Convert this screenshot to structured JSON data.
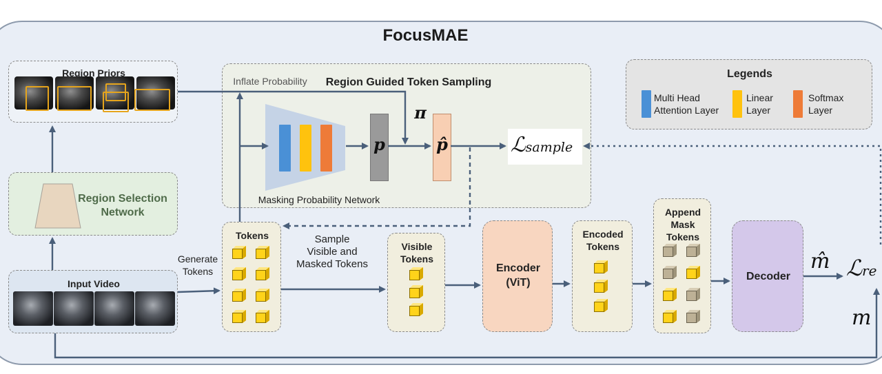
{
  "title": "FocusMAE",
  "region_priors": {
    "label": "Region Priors"
  },
  "region_selection": {
    "label_line1": "Region Selection",
    "label_line2": "Network"
  },
  "input_video": {
    "label": "Input Video"
  },
  "region_guided": {
    "title": "Region Guided Token Sampling",
    "inflate": "Inflate Probability",
    "network_label": "Masking Probability Network",
    "p": "p",
    "p_hat": "p̂",
    "pi": "π",
    "loss_sample": "ℒ",
    "loss_sample_sub": "sample"
  },
  "legends": {
    "title": "Legends",
    "items": [
      {
        "line1": "Multi Head",
        "line2": "Attention Layer",
        "color": "#4a90d6"
      },
      {
        "line1": "Linear",
        "line2": "Layer",
        "color": "#ffc20e"
      },
      {
        "line1": "Softmax",
        "line2": "Layer",
        "color": "#ee7b38"
      }
    ]
  },
  "generate_tokens": {
    "line1": "Generate",
    "line2": "Tokens"
  },
  "tokens": {
    "label": "Tokens"
  },
  "sample_text": {
    "line1": "Sample",
    "line2": "Visible and",
    "line3": "Masked Tokens"
  },
  "visible_tokens": {
    "line1": "Visible",
    "line2": "Tokens"
  },
  "encoder": {
    "line1": "Encoder",
    "line2": "(ViT)"
  },
  "encoded_tokens": {
    "line1": "Encoded",
    "line2": "Tokens"
  },
  "append_mask": {
    "line1": "Append",
    "line2": "Mask",
    "line3": "Tokens"
  },
  "decoder": {
    "label": "Decoder"
  },
  "m_hat": "m̂",
  "m": "m",
  "loss_rec": "ℒ",
  "loss_rec_sub": "re",
  "colors": {
    "attention": "#4a90d6",
    "linear": "#ffc20e",
    "softmax": "#ee7b38",
    "arrow": "#4a5f7a",
    "encoder_fill": "#f8d6c0",
    "decoder_fill": "#d4c8ea",
    "region_sel_fill": "#e3efe0"
  }
}
